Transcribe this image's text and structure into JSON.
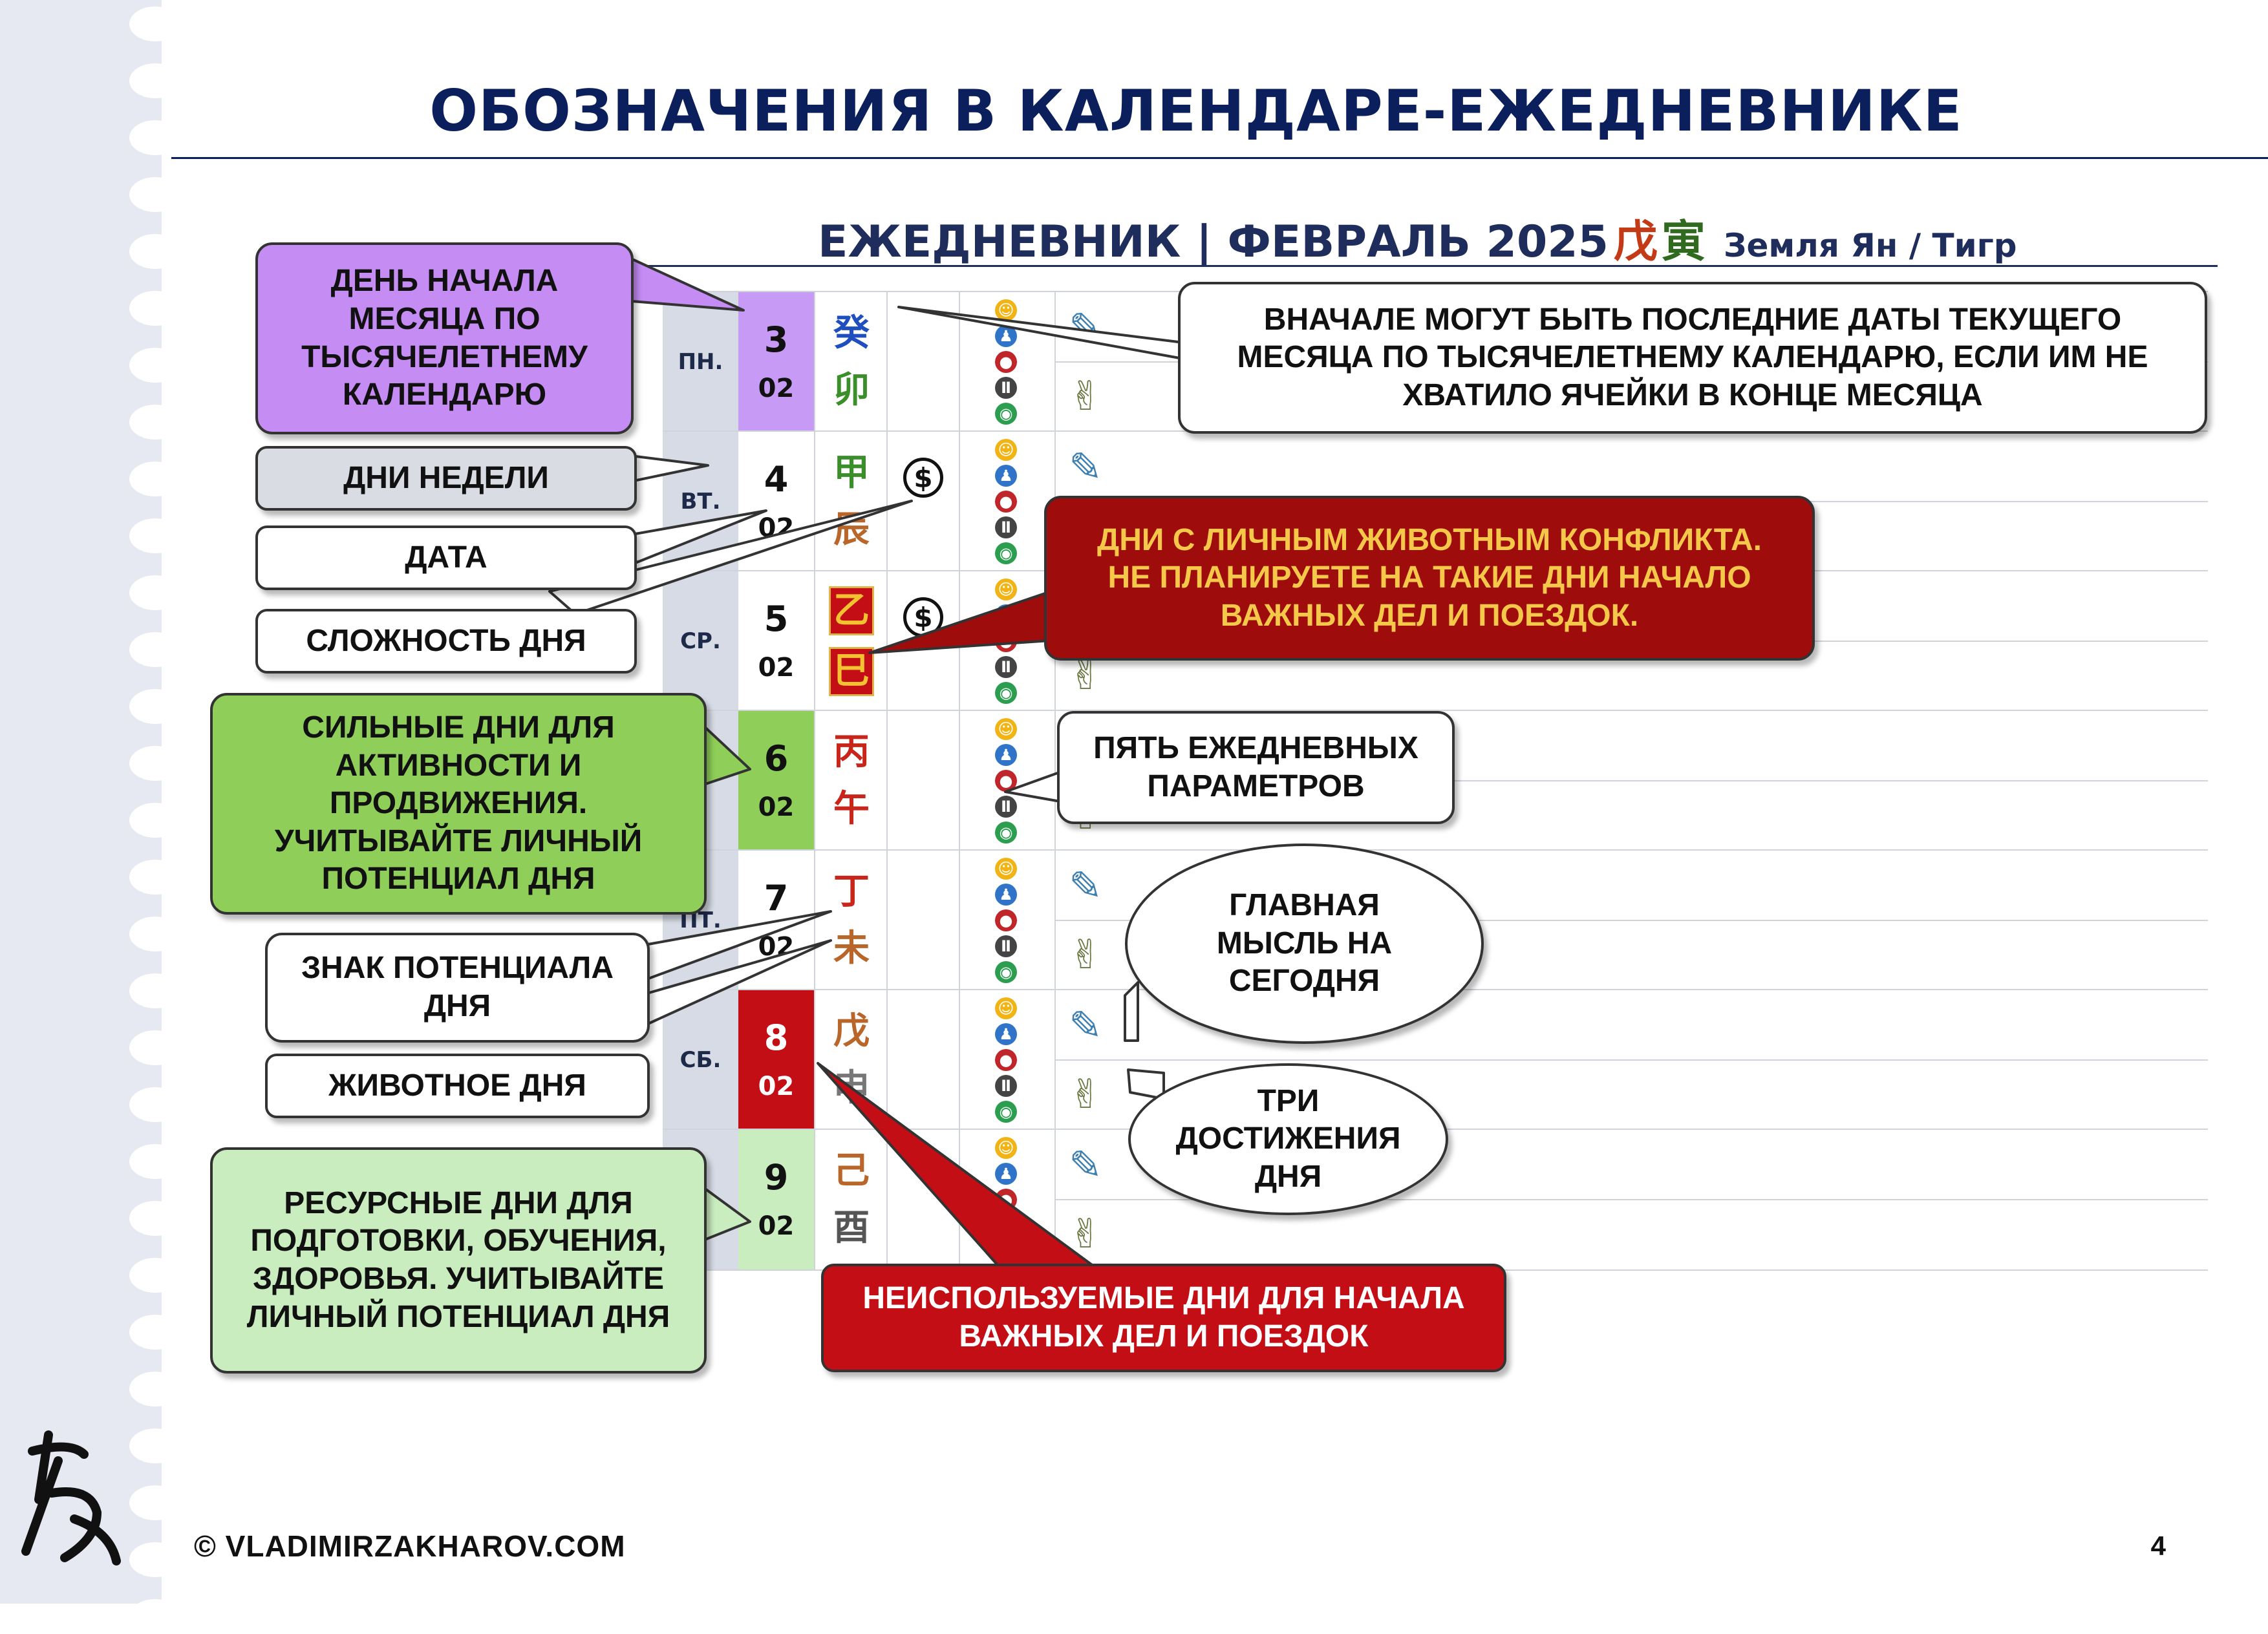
{
  "title": "ОБОЗНАЧЕНИЯ В КАЛЕНДАРЕ-ЕЖЕДНЕВНИКЕ",
  "diary": {
    "header": "ЕЖЕДНЕВНИК | ФЕВРАЛЬ 2025",
    "header_glyph_1": "戊",
    "header_glyph_2": "寅",
    "header_sub": "Земля Ян / Тигр",
    "rows": [
      {
        "weekday": "ПН.",
        "day": "3",
        "month": "02",
        "stem": "癸",
        "branch": "卯",
        "stem_color": "#1f4fbf",
        "branch_color": "#3a8f2a",
        "coin": false,
        "day_color": "purple",
        "coin_symbol": ""
      },
      {
        "weekday": "ВТ.",
        "day": "4",
        "month": "02",
        "stem": "甲",
        "branch": "辰",
        "stem_color": "#3a8f2a",
        "branch_color": "#b8662a",
        "coin": true,
        "day_color": "none",
        "coin_symbol": "$"
      },
      {
        "weekday": "СР.",
        "day": "5",
        "month": "02",
        "stem": "乙",
        "branch": "巳",
        "stem_color": "#f2c230",
        "branch_color": "#f2c230",
        "coin": true,
        "day_color": "none",
        "coin_symbol": "$",
        "boxed": true
      },
      {
        "weekday": "",
        "day": "6",
        "month": "02",
        "stem": "丙",
        "branch": "午",
        "stem_color": "#c8261b",
        "branch_color": "#c8261b",
        "coin": false,
        "day_color": "green",
        "coin_symbol": ""
      },
      {
        "weekday": "ПТ.",
        "day": "7",
        "month": "02",
        "stem": "丁",
        "branch": "未",
        "stem_color": "#c8261b",
        "branch_color": "#b8662a",
        "coin": false,
        "day_color": "none",
        "coin_symbol": ""
      },
      {
        "weekday": "СБ.",
        "day": "8",
        "month": "02",
        "stem": "戊",
        "branch": "申",
        "stem_color": "#b8662a",
        "branch_color": "#777777",
        "coin": false,
        "day_color": "red",
        "coin_symbol": ""
      },
      {
        "weekday": "",
        "day": "9",
        "month": "02",
        "stem": "己",
        "branch": "酉",
        "stem_color": "#b8662a",
        "branch_color": "#555555",
        "coin": false,
        "day_color": "lightgreen",
        "coin_symbol": ""
      }
    ]
  },
  "callouts": {
    "month_start": "ДЕНЬ НАЧАЛА МЕСЯЦА ПО ТЫСЯЧЕЛЕТНЕМУ КАЛЕНДАРЮ",
    "weekdays": "ДНИ НЕДЕЛИ",
    "date": "ДАТА",
    "difficulty": "СЛОЖНОСТЬ ДНЯ",
    "strong_days": "СИЛЬНЫЕ ДНИ ДЛЯ АКТИВНОСТИ И ПРОДВИЖЕНИЯ. УЧИТЫВАЙТЕ ЛИЧНЫЙ ПОТЕНЦИАЛ ДНЯ",
    "potential_sign": "ЗНАК ПОТЕНЦИАЛА ДНЯ",
    "day_animal": "ЖИВОТНОЕ ДНЯ",
    "resource_days": "РЕСУРСНЫЕ ДНИ ДЛЯ ПОДГОТОВКИ, ОБУЧЕНИЯ, ЗДОРОВЬЯ. УЧИТЫВАЙТЕ ЛИЧНЫЙ ПОТЕНЦИАЛ ДНЯ",
    "prev_dates": "ВНАЧАЛЕ МОГУТ БЫТЬ ПОСЛЕДНИЕ ДАТЫ ТЕКУЩЕГО МЕСЯЦА ПО ТЫСЯЧЕЛЕТНЕМУ КАЛЕНДАРЮ, ЕСЛИ ИМ НЕ ХВАТИЛО ЯЧЕЙКИ В КОНЦЕ МЕСЯЦА",
    "conflict_days": "ДНИ С ЛИЧНЫМ ЖИВОТНЫМ КОНФЛИКТА. НЕ ПЛАНИРУЕТЕ НА ТАКИЕ ДНИ НАЧАЛО ВАЖНЫХ ДЕЛ И ПОЕЗДОК.",
    "five_params": "ПЯТЬ ЕЖЕДНЕВНЫХ ПАРАМЕТРОВ",
    "main_thought": "ГЛАВНАЯ МЫСЛЬ НА СЕГОДНЯ",
    "three_achievements": "ТРИ ДОСТИЖЕНИЯ ДНЯ",
    "unused_days": "НЕИСПОЛЬЗУЕМЫЕ ДНИ ДЛЯ НАЧАЛА ВАЖНЫХ ДЕЛ И ПОЕЗДОК"
  },
  "footer": {
    "copyright": "© VLADIMIRZAKHAROV.COM",
    "page_number": "4"
  },
  "colors": {
    "title": "#0b1f5c",
    "purple_day": "#c79af5",
    "green_day": "#8fcf59",
    "red_day": "#c40e16",
    "light_green_day": "#c9edbe",
    "conflict": "#9e0c0c"
  },
  "icons": [
    "coin-icon",
    "smile-icon",
    "people-icon",
    "apple-icon",
    "dumbbell-icon",
    "eye-icon",
    "feather-icon",
    "peace-hand-icon",
    "logo-mark"
  ]
}
